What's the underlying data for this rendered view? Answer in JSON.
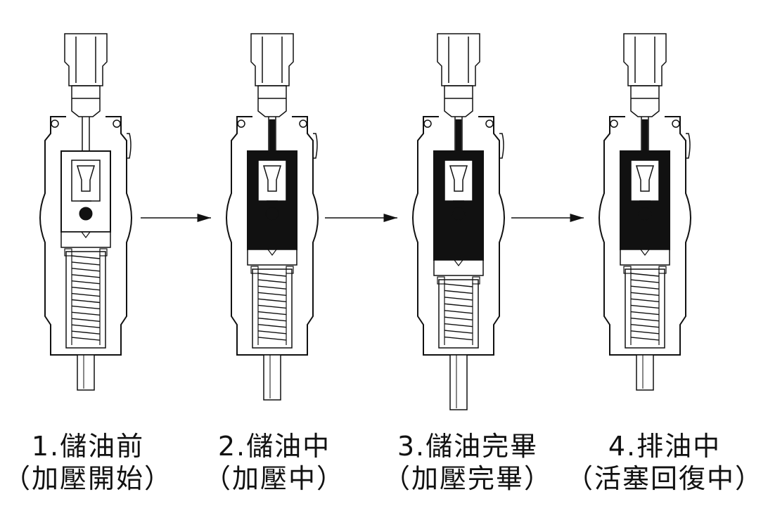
{
  "colors": {
    "ink": "#111111",
    "fill_oil": "#111111",
    "background": "#ffffff"
  },
  "stages": [
    {
      "step_label": "1.儲油前",
      "state_label": "（加壓開始）",
      "oil": "none",
      "piston_extension": 0
    },
    {
      "step_label": "2.儲油中",
      "state_label": "（加壓中）",
      "oil": "partial",
      "piston_extension": 0.5
    },
    {
      "step_label": "3.儲油完畢",
      "state_label": "（加壓完畢）",
      "oil": "full",
      "piston_extension": 1
    },
    {
      "step_label": "4.排油中",
      "state_label": "（活塞回復中）",
      "oil": "upper",
      "piston_extension": 0
    }
  ],
  "arrows": [
    {
      "from": "stage-1",
      "to": "stage-2"
    },
    {
      "from": "stage-2",
      "to": "stage-3"
    },
    {
      "from": "stage-3",
      "to": "stage-4"
    }
  ]
}
